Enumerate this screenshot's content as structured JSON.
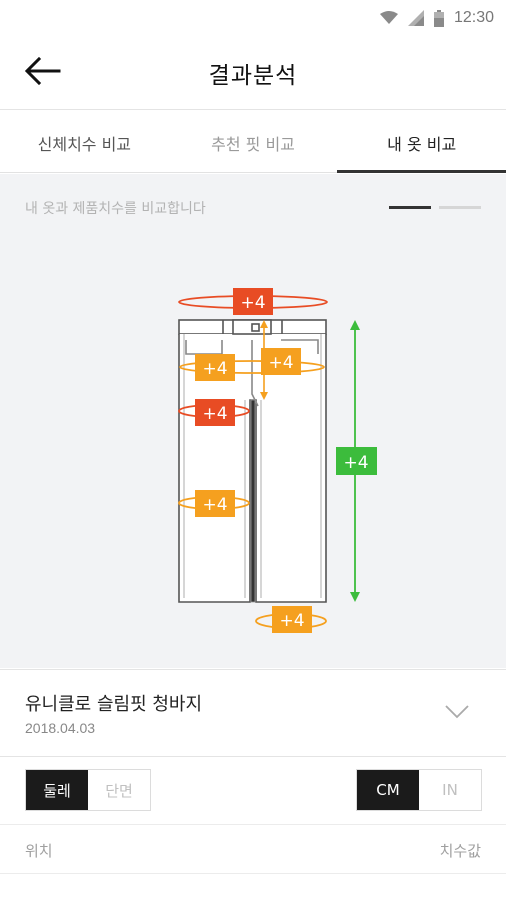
{
  "status_bar": {
    "time": "12:30",
    "icons": [
      "wifi-icon",
      "signal-icon",
      "battery-icon"
    ]
  },
  "header": {
    "title": "결과분석",
    "back_icon": "arrow-left-icon"
  },
  "tabs": [
    {
      "label": "신체치수 비교",
      "active": false
    },
    {
      "label": "추천 핏 비교",
      "active": false
    },
    {
      "label": "내 옷 비교",
      "active": true
    }
  ],
  "compare": {
    "hint": "내 옷과 제품치수를 비교합니다",
    "pager": {
      "count": 2,
      "active_index": 0
    },
    "colors": {
      "red": "#e84c24",
      "orange": "#f5a01f",
      "green": "#3cbc3c"
    },
    "badges": {
      "waist": "+4",
      "hip": "+4",
      "rise": "+4",
      "thigh": "+4",
      "knee": "+4",
      "hem": "+4",
      "length": "+4"
    }
  },
  "product": {
    "name": "유니클로 슬림핏 청바지",
    "date": "2018.04.03",
    "expand_icon": "chevron-down-icon"
  },
  "toggles": {
    "measure_type": {
      "options": [
        "둘레",
        "단면"
      ],
      "selected": "둘레"
    },
    "unit": {
      "options": [
        "CM",
        "IN"
      ],
      "selected": "CM"
    }
  },
  "table": {
    "columns": [
      "위치",
      "치수값"
    ]
  }
}
